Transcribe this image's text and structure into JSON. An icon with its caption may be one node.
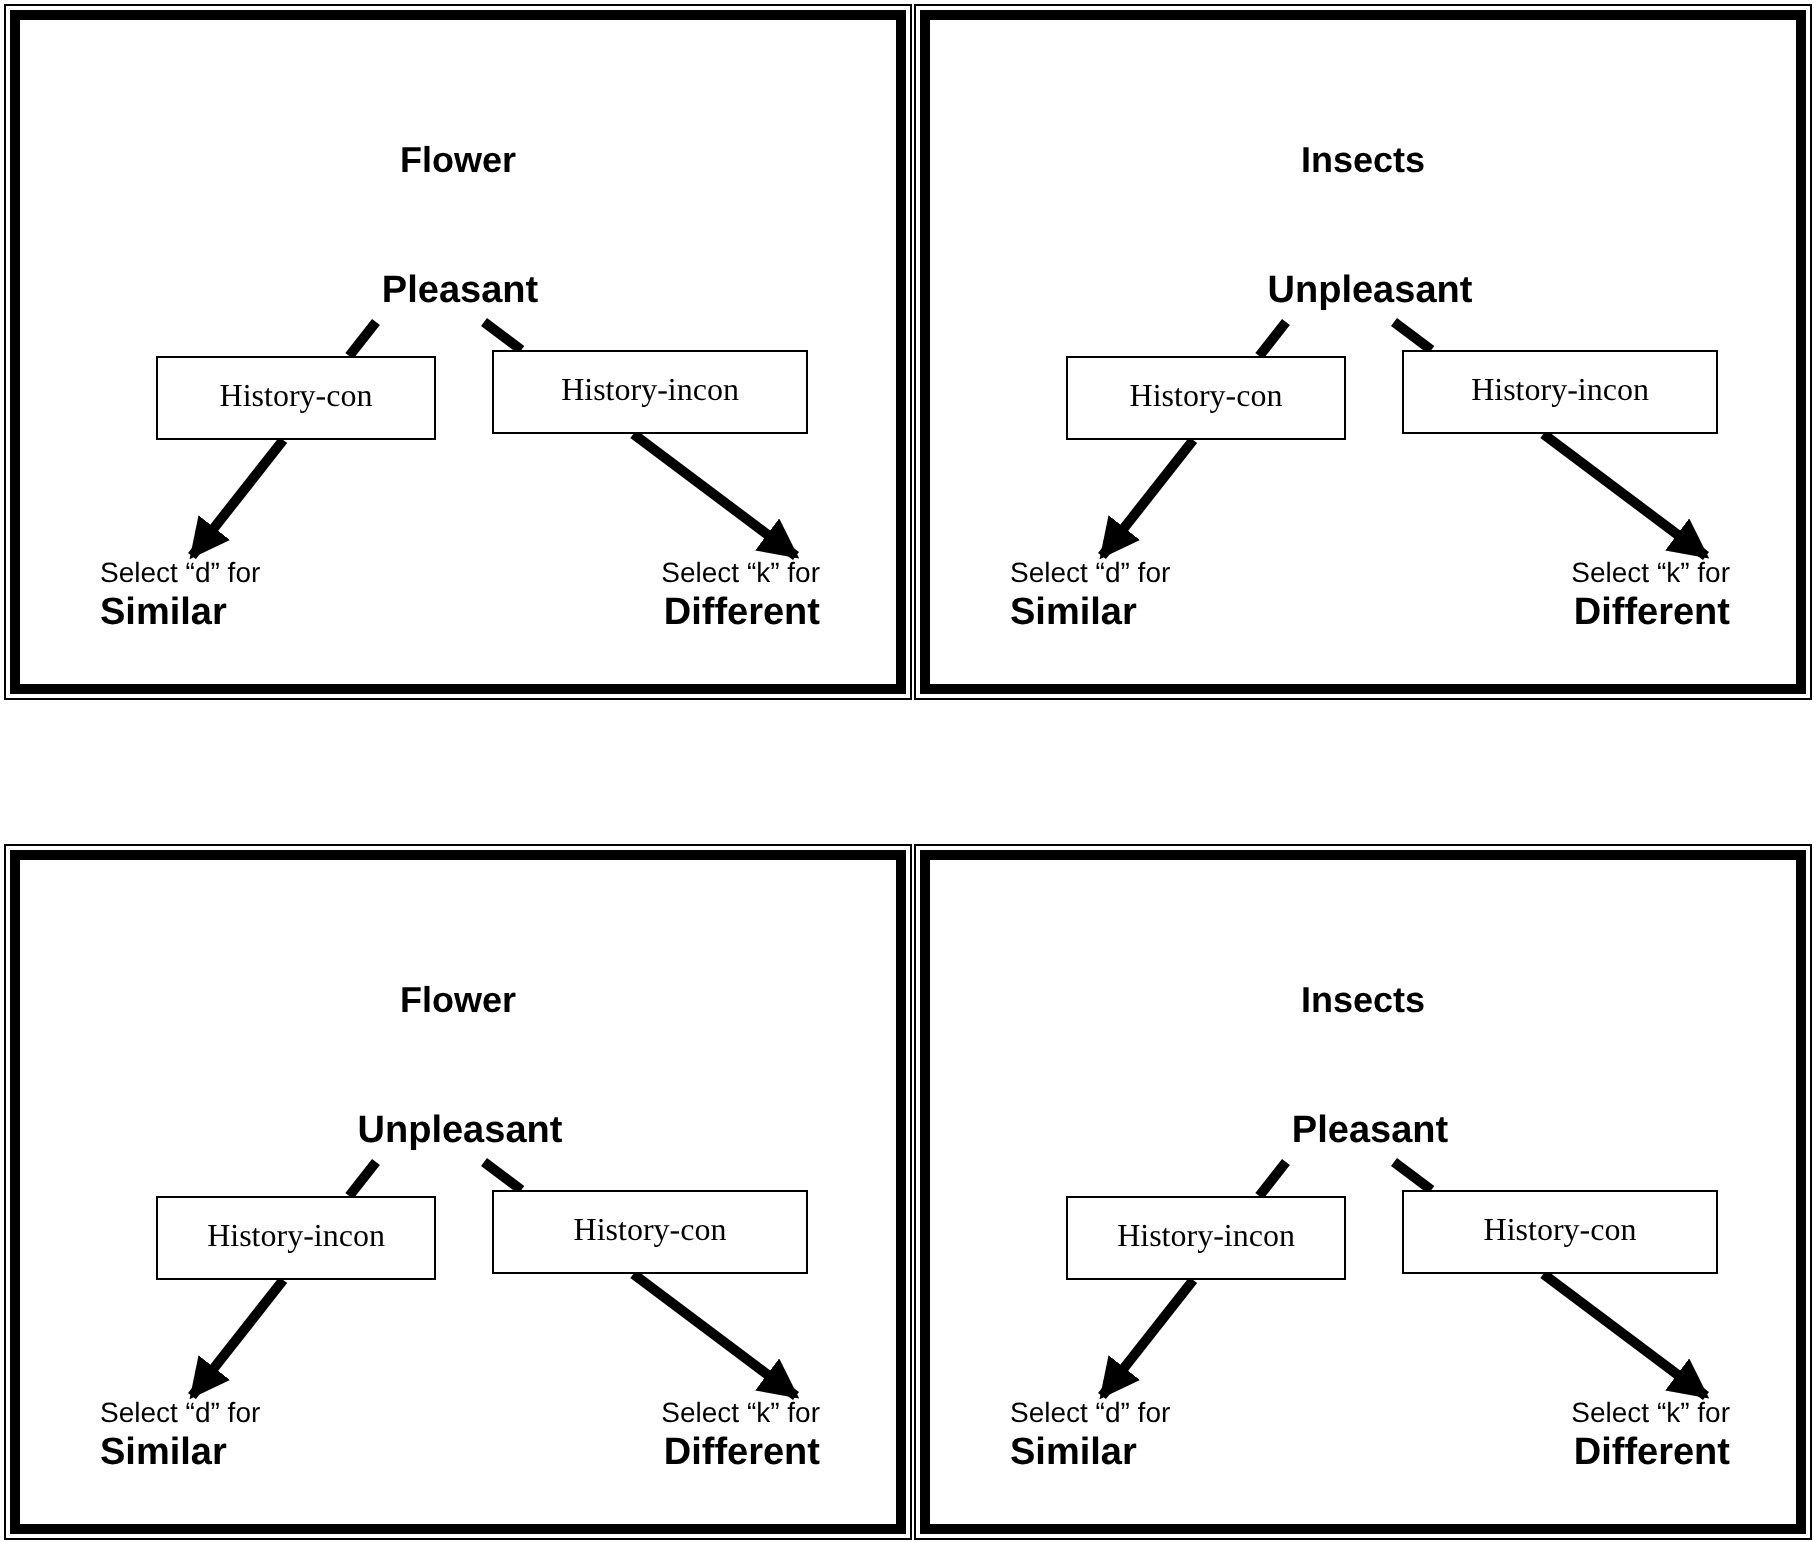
{
  "diagram": {
    "nodes": [
      {
        "text": [
          "Flower"
        ]
      },
      {
        "text": [
          "Pleasant"
        ],
        "in": 0
      },
      {
        "text": [
          "History-con"
        ],
        "in": 0
      },
      {
        "text": [
          "History-incon"
        ],
        "in": 0
      },
      {
        "text": [
          "Select “d” for",
          "Similar"
        ],
        "in": 0
      },
      {
        "text": [
          "Select “k” for",
          "Different"
        ],
        "in": 0
      },
      {
        "text": [
          "Insects"
        ]
      },
      {
        "text": [
          "Unpleasant"
        ],
        "in": 6
      },
      {
        "text": [
          "History-con"
        ],
        "in": 6
      },
      {
        "text": [
          "History-incon"
        ],
        "in": 6
      },
      {
        "text": [
          "Select “d” for",
          "Similar"
        ],
        "in": 6
      },
      {
        "text": [
          "Select “k” for",
          "Different"
        ],
        "in": 6
      },
      {
        "text": [
          "Flower"
        ]
      },
      {
        "text": [
          "Unpleasant"
        ],
        "in": 12
      },
      {
        "text": [
          "History-incon"
        ],
        "in": 12
      },
      {
        "text": [
          "History-con"
        ],
        "in": 12
      },
      {
        "text": [
          "Select “d” for",
          "Similar"
        ],
        "in": 12
      },
      {
        "text": [
          "Select “k” for",
          "Different"
        ],
        "in": 12
      },
      {
        "text": [
          "Insects"
        ]
      },
      {
        "text": [
          "Pleasant"
        ],
        "in": 18
      },
      {
        "text": [
          "History-incon"
        ],
        "in": 18
      },
      {
        "text": [
          "History-con"
        ],
        "in": 18
      },
      {
        "text": [
          "Select “d” for",
          "Similar"
        ],
        "in": 18
      },
      {
        "text": [
          "Select “k” for",
          "Different"
        ],
        "in": 18
      }
    ],
    "edges": [
      {
        "from": 1,
        "to": 2,
        "arrow": "none"
      },
      {
        "from": 2,
        "to": 4,
        "arrow": "to"
      },
      {
        "from": 1,
        "to": 3,
        "arrow": "none"
      },
      {
        "from": 3,
        "to": 5,
        "arrow": "to"
      },
      {
        "from": 7,
        "to": 8,
        "arrow": "none"
      },
      {
        "from": 8,
        "to": 10,
        "arrow": "to"
      },
      {
        "from": 7,
        "to": 9,
        "arrow": "none"
      },
      {
        "from": 9,
        "to": 11,
        "arrow": "to"
      },
      {
        "from": 13,
        "to": 14,
        "arrow": "none"
      },
      {
        "from": 14,
        "to": 16,
        "arrow": "to"
      },
      {
        "from": 13,
        "to": 15,
        "arrow": "none"
      },
      {
        "from": 15,
        "to": 17,
        "arrow": "to"
      },
      {
        "from": 19,
        "to": 20,
        "arrow": "none"
      },
      {
        "from": 20,
        "to": 22,
        "arrow": "to"
      },
      {
        "from": 19,
        "to": 21,
        "arrow": "none"
      },
      {
        "from": 21,
        "to": 23,
        "arrow": "to"
      }
    ]
  }
}
